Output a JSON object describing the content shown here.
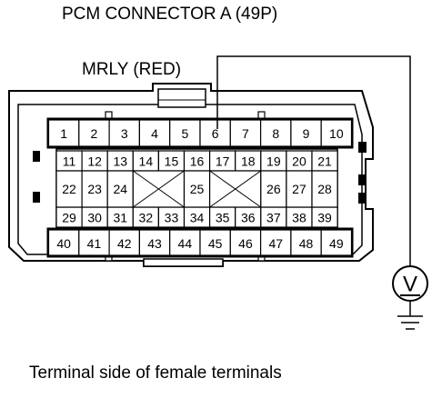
{
  "title": "PCM CONNECTOR A (49P)",
  "wire_label": "MRLY (RED)",
  "caption": "Terminal side of female terminals",
  "probe_terminal": "6",
  "meter_symbol": "V",
  "rows": [
    [
      "1",
      "2",
      "3",
      "4",
      "5",
      "6",
      "7",
      "8",
      "9",
      "10"
    ],
    [
      "11",
      "12",
      "13",
      "14",
      "15",
      "16",
      "17",
      "18",
      "19",
      "20",
      "21"
    ],
    [
      "22",
      "23",
      "24",
      "",
      "25",
      "",
      "26",
      "27",
      "28"
    ],
    [
      "29",
      "30",
      "31",
      "32",
      "33",
      "34",
      "35",
      "36",
      "37",
      "38",
      "39"
    ],
    [
      "40",
      "41",
      "42",
      "43",
      "44",
      "45",
      "46",
      "47",
      "48",
      "49"
    ]
  ]
}
